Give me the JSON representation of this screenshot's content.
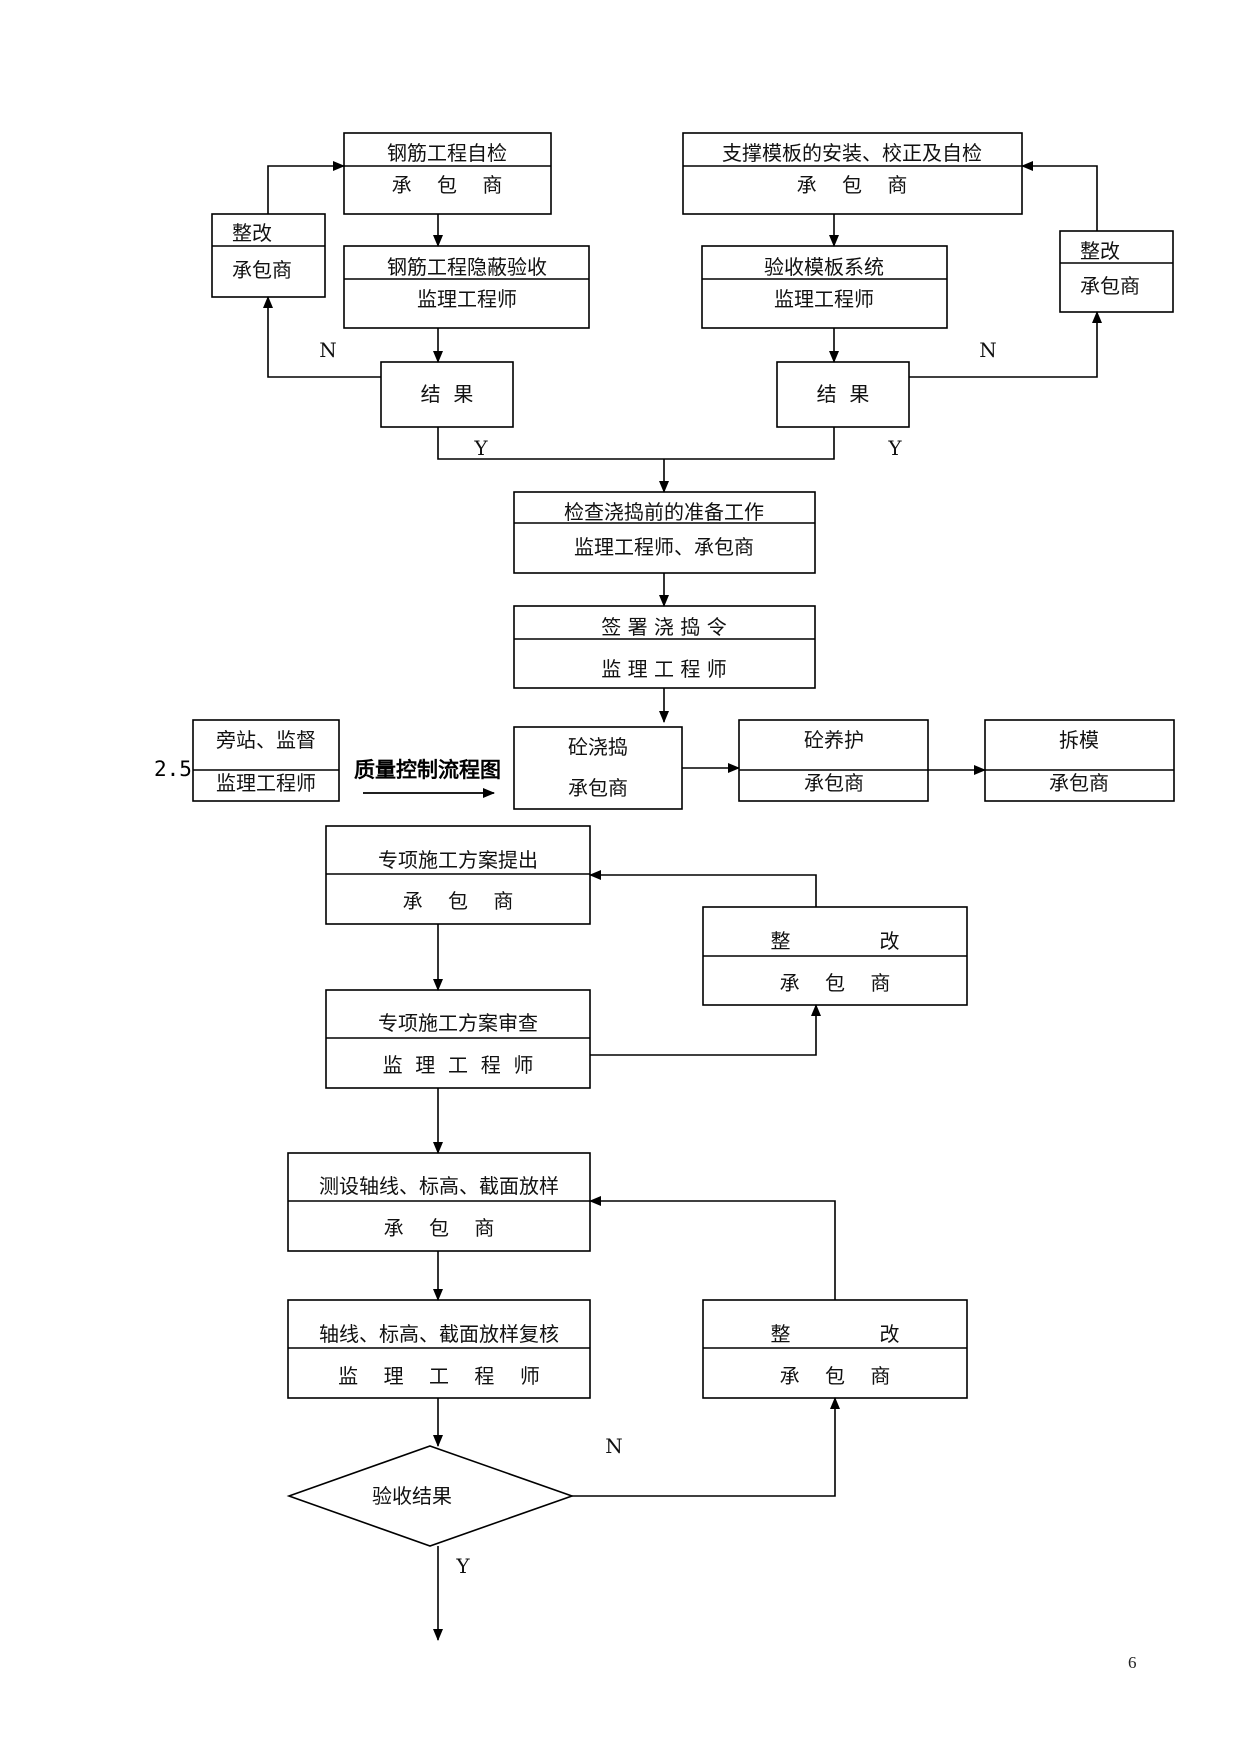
{
  "boxes": {
    "rebar_self": {
      "top": "钢筋工程自检",
      "bottom": "承    包    商"
    },
    "rebar_fix": {
      "top": "整改",
      "bottom": "承包商"
    },
    "rebar_hidden": {
      "top": "钢筋工程隐蔽验收",
      "bottom": "监理工程师"
    },
    "rebar_result": {
      "text": "结  果"
    },
    "form_self": {
      "top": "支撑模板的安装、校正及自检",
      "bottom": "承    包    商"
    },
    "form_fix": {
      "top": "整改",
      "bottom": "承包商"
    },
    "form_accept": {
      "top": "验收模板系统",
      "bottom": "监理工程师"
    },
    "form_result": {
      "text": "结  果"
    },
    "pre_pour": {
      "top": "检查浇捣前的准备工作",
      "bottom": "监理工程师、承包商"
    },
    "pour_order": {
      "top": "签 署 浇 捣 令",
      "bottom": "监 理 工 程 师"
    },
    "supervise": {
      "top": "旁站、监督",
      "bottom": "监理工程师"
    },
    "pour": {
      "top": "砼浇捣",
      "bottom": "承包商"
    },
    "cure": {
      "top": "砼养护",
      "bottom": "承包商"
    },
    "strip": {
      "top": "拆模",
      "bottom": "承包商"
    },
    "plan_submit": {
      "top": "专项施工方案提出",
      "bottom": "承    包    商"
    },
    "plan_fix": {
      "top": "整              改",
      "bottom": "承    包    商"
    },
    "plan_review": {
      "top": "专项施工方案审查",
      "bottom": "监  理  工  程  师"
    },
    "layout": {
      "top": "测设轴线、标高、截面放样",
      "bottom": "承    包    商"
    },
    "layout_check": {
      "top": "轴线、标高、截面放样复核",
      "bottom": "监    理    工    程    师"
    },
    "layout_fix": {
      "top": "整              改",
      "bottom": "承    包    商"
    },
    "accept_result": {
      "text": "验收结果"
    }
  },
  "flow_labels": {
    "n_left": "N",
    "n_right": "N",
    "y_left": "Y",
    "y_right": "Y",
    "n_bottom": "N",
    "y_bottom": "Y"
  },
  "section": {
    "number": "2.5",
    "title": "质量控制流程图"
  },
  "page_number": "6"
}
